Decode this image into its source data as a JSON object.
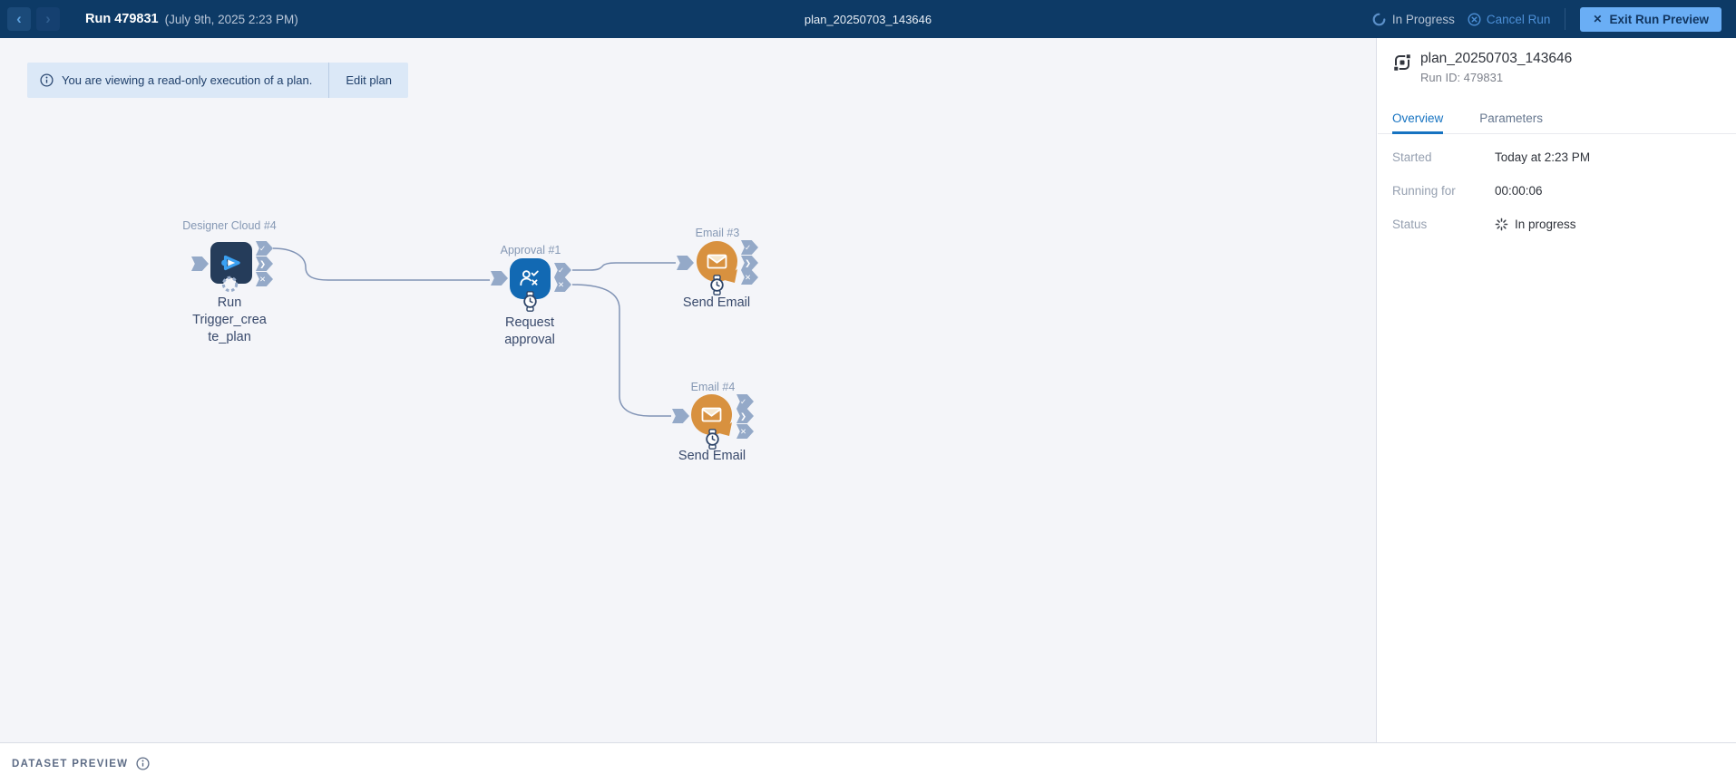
{
  "topbar": {
    "run_title": "Run 479831",
    "run_date": "(July 9th, 2025 2:23 PM)",
    "plan_title": "plan_20250703_143646",
    "status_label": "In Progress",
    "cancel_label": "Cancel Run",
    "exit_label": "Exit Run Preview"
  },
  "banner": {
    "message": "You are viewing a read-only execution of a plan.",
    "action": "Edit plan"
  },
  "nodes": [
    {
      "type_label": "Designer Cloud #4",
      "name_line1": "Run",
      "name_line2": "Trigger_crea",
      "name_line3": "te_plan"
    },
    {
      "type_label": "Approval #1",
      "name_line1": "Request",
      "name_line2": "approval"
    },
    {
      "type_label": "Email #3",
      "name_line1": "Send Email"
    },
    {
      "type_label": "Email #4",
      "name_line1": "Send Email"
    }
  ],
  "icons": {
    "back": "‹",
    "forward": "›",
    "exit_x": "✕",
    "port_success": "✓",
    "port_output": "❯",
    "port_failure": "✕"
  },
  "sidebar": {
    "plan_name": "plan_20250703_143646",
    "run_id": "Run ID: 479831",
    "tabs": [
      {
        "label": "Overview"
      },
      {
        "label": "Parameters"
      }
    ],
    "fields": [
      {
        "label": "Started",
        "value": "Today at 2:23 PM"
      },
      {
        "label": "Running for",
        "value": "00:00:06"
      },
      {
        "label": "Status",
        "value": "In progress"
      }
    ]
  },
  "footer": {
    "label": "DATASET PREVIEW"
  },
  "colors": {
    "topbar_bg": "#0d3a66",
    "accent_blue": "#1673c1",
    "node_dark": "#253c5a",
    "node_blue": "#1269b3",
    "node_orange": "#d8913f",
    "port_gray": "#94a9c8",
    "canvas_bg": "#f4f5f9",
    "banner_bg": "#dbe8f7",
    "exit_button_bg": "#6aaef5"
  }
}
